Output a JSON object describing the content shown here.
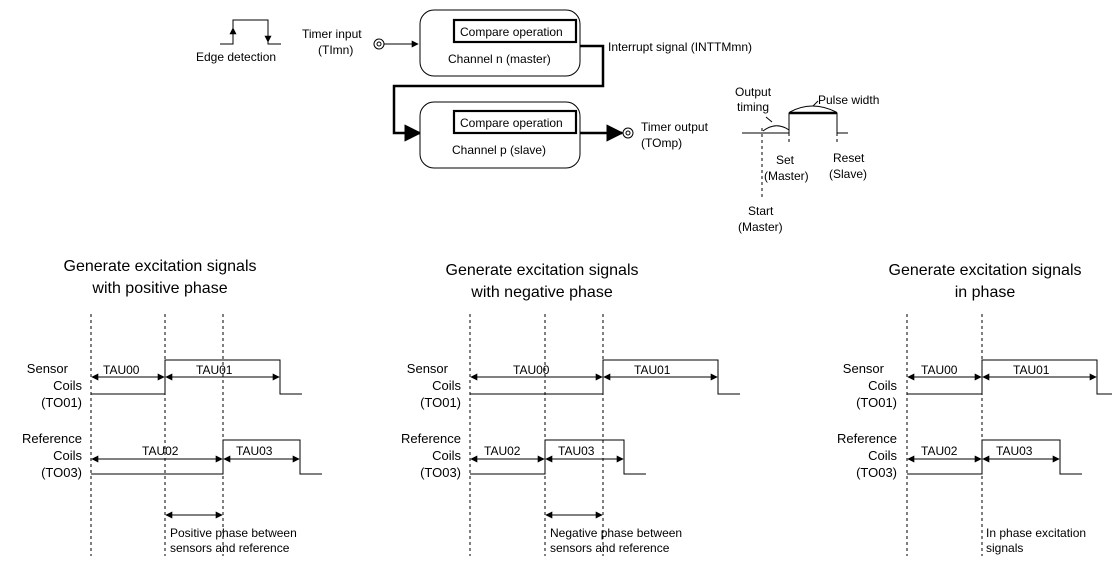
{
  "top": {
    "edge_detection": "Edge detection",
    "timer_input": "Timer input",
    "timer_input_code": "(TImn)",
    "compare_op": "Compare operation",
    "channel_master": "Channel n (master)",
    "interrupt": "Interrupt signal (INTTMmn)",
    "channel_slave": "Channel p (slave)",
    "timer_output": "Timer output",
    "timer_output_code": "(TOmp)",
    "output_timing_1": "Output",
    "output_timing_2": "timing",
    "pulse_width": "Pulse width",
    "set": "Set",
    "set_master": "(Master)",
    "reset": "Reset",
    "reset_slave": "(Slave)",
    "start": "Start",
    "start_master": "(Master)"
  },
  "signal_labels": {
    "sensor_1": "Sensor",
    "sensor_2": "Coils",
    "sensor_3": "(TO01)",
    "ref_1": "Reference",
    "ref_2": "Coils",
    "ref_3": "(TO03)"
  },
  "panels": [
    {
      "title_1": "Generate excitation signals",
      "title_2": "with positive phase",
      "tau00": "TAU00",
      "tau01": "TAU01",
      "tau02": "TAU02",
      "tau03": "TAU03",
      "note_1": "Positive phase between",
      "note_2": "sensors and reference"
    },
    {
      "title_1": "Generate excitation signals",
      "title_2": "with negative phase",
      "tau00": "TAU00",
      "tau01": "TAU01",
      "tau02": "TAU02",
      "tau03": "TAU03",
      "note_1": "Negative phase between",
      "note_2": "sensors and reference"
    },
    {
      "title_1": "Generate excitation signals",
      "title_2": "in phase",
      "tau00": "TAU00",
      "tau01": "TAU01",
      "tau02": "TAU02",
      "tau03": "TAU03",
      "note_1": "In phase excitation",
      "note_2": "signals"
    }
  ]
}
